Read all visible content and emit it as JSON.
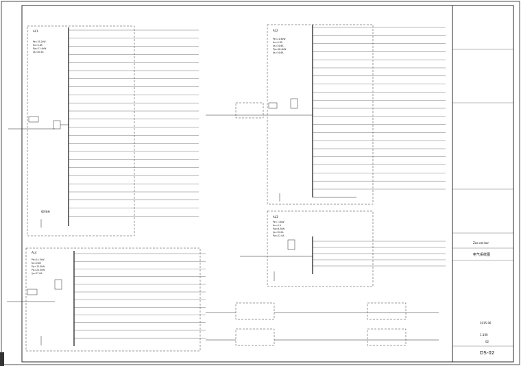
{
  "title_block": {
    "project": "Zoo cat bar",
    "drawing_name": "电气系统图",
    "scale": "1:100",
    "sheet_seq": "02",
    "drawing_no": "DS-02",
    "year": "2015.06"
  },
  "panels": [
    {
      "id": "p1",
      "name": "AL1",
      "params": [
        "Pe=25.2kW",
        "Kx=0.85",
        "Pjs=21.4kW",
        "Ijs=40.5A"
      ]
    },
    {
      "id": "p2",
      "name": "AL2",
      "params": [
        "Pe=21.6kW",
        "Kx=0.85",
        "Ijs=34.8A",
        "Pjs=18.4kW",
        "Ijs=34.8A"
      ]
    },
    {
      "id": "p3",
      "name": "AL3",
      "params": [
        "Pe=7.0kW",
        "Kx=0.9",
        "Pjs=6.3kW",
        "Ijs=12.0A",
        "Pjs=12.0A"
      ]
    },
    {
      "id": "p4",
      "name": "AL4",
      "params": [
        "Pe=14.7kW",
        "Kx=0.85",
        "Pjs=12.5kW",
        "Pjs=21.3kW",
        "Ijs=27.0A"
      ]
    }
  ]
}
